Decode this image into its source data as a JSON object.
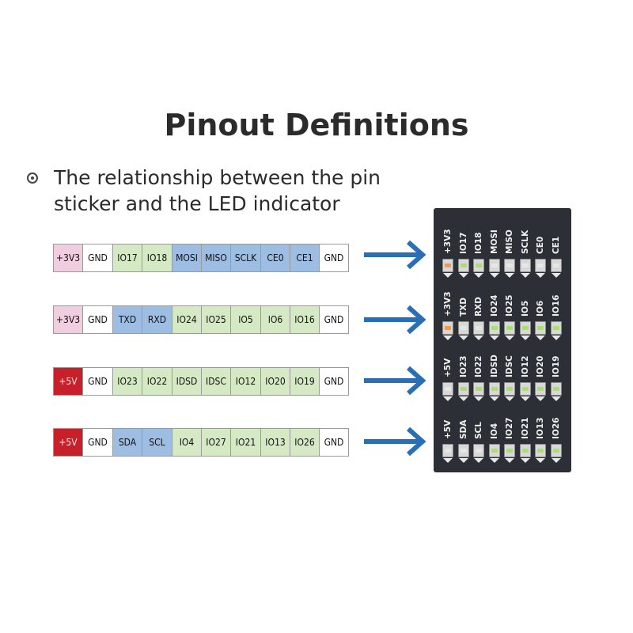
{
  "title": "Pinout Definitions",
  "bullet_text": "The relationship between the pin sticker and the LED indicator",
  "colors": {
    "pink": "#f1cde0",
    "white": "#ffffff",
    "green": "#d4e9c4",
    "blue": "#9ebde2",
    "red": "#c8202a",
    "arrow": "#2a6fb5",
    "board": "#2c2f35",
    "led_orange": "#f29a4a",
    "led_green": "#a8e06a",
    "led_white": "#e6e6e6"
  },
  "stickers": [
    [
      [
        "+3V3",
        "pink"
      ],
      [
        "GND",
        "white"
      ],
      [
        "IO17",
        "green"
      ],
      [
        "IO18",
        "green"
      ],
      [
        "MOSI",
        "blue"
      ],
      [
        "MISO",
        "blue"
      ],
      [
        "SCLK",
        "blue"
      ],
      [
        "CE0",
        "blue"
      ],
      [
        "CE1",
        "blue"
      ],
      [
        "GND",
        "white"
      ]
    ],
    [
      [
        "+3V3",
        "pink"
      ],
      [
        "GND",
        "white"
      ],
      [
        "TXD",
        "blue"
      ],
      [
        "RXD",
        "blue"
      ],
      [
        "IO24",
        "green"
      ],
      [
        "IO25",
        "green"
      ],
      [
        "IO5",
        "green"
      ],
      [
        "IO6",
        "green"
      ],
      [
        "IO16",
        "green"
      ],
      [
        "GND",
        "white"
      ]
    ],
    [
      [
        "+5V",
        "red"
      ],
      [
        "GND",
        "white"
      ],
      [
        "IO23",
        "green"
      ],
      [
        "IO22",
        "green"
      ],
      [
        "IDSD",
        "green"
      ],
      [
        "IDSC",
        "green"
      ],
      [
        "IO12",
        "green"
      ],
      [
        "IO20",
        "green"
      ],
      [
        "IO19",
        "green"
      ],
      [
        "GND",
        "white"
      ]
    ],
    [
      [
        "+5V",
        "red"
      ],
      [
        "GND",
        "white"
      ],
      [
        "SDA",
        "blue"
      ],
      [
        "SCL",
        "blue"
      ],
      [
        "IO4",
        "green"
      ],
      [
        "IO27",
        "green"
      ],
      [
        "IO21",
        "green"
      ],
      [
        "IO13",
        "green"
      ],
      [
        "IO26",
        "green"
      ],
      [
        "GND",
        "white"
      ]
    ]
  ],
  "board_rows": [
    {
      "labels": [
        "+3V3",
        "IO17",
        "IO18",
        "MOSI",
        "MISO",
        "SCLK",
        "CE0",
        "CE1"
      ],
      "leds": [
        "orange",
        "green",
        "green",
        "white",
        "white",
        "white",
        "white",
        "white"
      ]
    },
    {
      "labels": [
        "+3V3",
        "TXD",
        "RXD",
        "IO24",
        "IO25",
        "IO5",
        "IO6",
        "IO16"
      ],
      "leds": [
        "orange",
        "white",
        "white",
        "green",
        "green",
        "green",
        "green",
        "green"
      ]
    },
    {
      "labels": [
        "+5V",
        "IO23",
        "IO22",
        "IDSD",
        "IDSC",
        "IO12",
        "IO20",
        "IO19"
      ],
      "leds": [
        "white",
        "green",
        "green",
        "green",
        "green",
        "green",
        "green",
        "green"
      ]
    },
    {
      "labels": [
        "+5V",
        "SDA",
        "SCL",
        "IO4",
        "IO27",
        "IO21",
        "IO13",
        "IO26"
      ],
      "leds": [
        "white",
        "white",
        "white",
        "green",
        "green",
        "green",
        "green",
        "green"
      ]
    }
  ]
}
